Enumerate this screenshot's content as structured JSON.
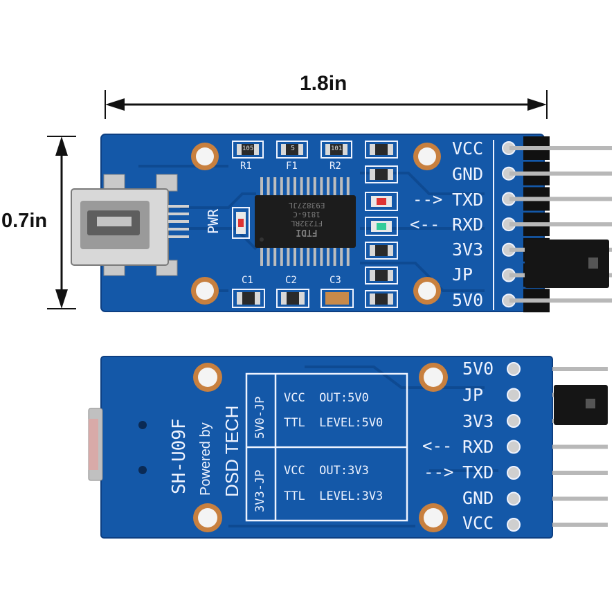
{
  "dimensions": {
    "width_label": "1.8in",
    "height_label": "0.7in"
  },
  "front_board": {
    "pin_labels": [
      "VCC",
      "GND",
      "TXD",
      "RXD",
      "3V3",
      "JP",
      "5V0"
    ],
    "tx_arrow": "-->",
    "rx_arrow": "<--",
    "component_labels": [
      "R1",
      "F1",
      "R2",
      "C1",
      "C2",
      "C3",
      "PWR"
    ],
    "smd_codes": [
      "105",
      "5",
      "101"
    ],
    "chip": {
      "brand": "FTDI",
      "lines": [
        "FT232RL",
        "1816-C",
        "E93827JL"
      ]
    }
  },
  "back_board": {
    "pin_labels": [
      "5V0",
      "JP",
      "3V3",
      "RXD",
      "TXD",
      "GND",
      "VCC"
    ],
    "rx_arrow": "<--",
    "tx_arrow": "-->",
    "model": "SH-U09F",
    "powered_by": "Powered by",
    "brand": "DSD TECH",
    "table": {
      "jp5v": {
        "header": "5V0-JP",
        "line1": "VCC  OUT:5V0",
        "line2": "TTL  LEVEL:5V0"
      },
      "jp3v": {
        "header": "3V3-JP",
        "line1": "VCC  OUT:3V3",
        "line2": "TTL  LEVEL:3V3"
      }
    }
  },
  "colors": {
    "pcb": "#1458a8",
    "pcb_dark": "#0d3f82",
    "silk": "#eef3ff",
    "copper": "#c8803f",
    "header": "#111111"
  }
}
